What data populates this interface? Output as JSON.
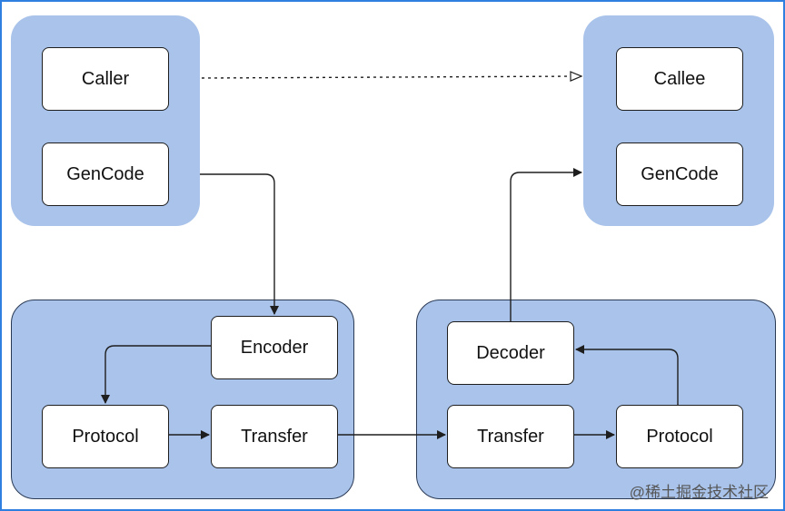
{
  "diagram": {
    "caller_group": {
      "caller": "Caller",
      "gencode": "GenCode"
    },
    "callee_group": {
      "callee": "Callee",
      "gencode": "GenCode"
    },
    "client_group": {
      "encoder": "Encoder",
      "protocol": "Protocol",
      "transfer": "Transfer"
    },
    "server_group": {
      "decoder": "Decoder",
      "transfer": "Transfer",
      "protocol": "Protocol"
    }
  },
  "watermark": "@稀土掘金技术社区",
  "colors": {
    "group_fill": "#a9c3ea",
    "frame_border": "#2f7fe0",
    "box_fill": "#ffffff",
    "line": "#1e1e1e"
  }
}
